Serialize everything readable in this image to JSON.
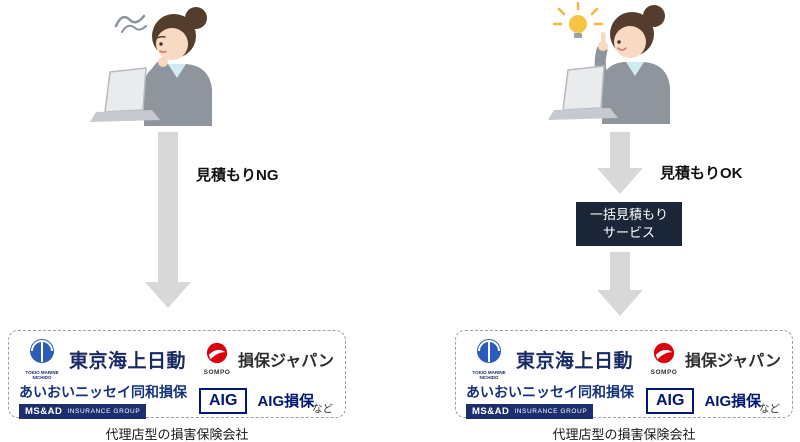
{
  "panels": {
    "left": {
      "arrow_label": "見積もりNG",
      "caption": "代理店型の損害保険会社"
    },
    "right": {
      "arrow_label": "見積もりOK",
      "service_box": {
        "line1": "一括見積もり",
        "line2": "サービス"
      },
      "caption": "代理店型の損害保険会社"
    }
  },
  "insurers": {
    "tokio_marine": {
      "logo_text": "TOKIO MARINE NICHIDO",
      "name": "東京海上日動"
    },
    "sompo": {
      "logo_text": "SOMPO",
      "name": "損保ジャパン"
    },
    "aioi": {
      "name": "あいおいニッセイ同和損保"
    },
    "msad": {
      "logo_text": "MS&AD",
      "logo_sub": "INSURANCE GROUP"
    },
    "aig": {
      "logo_text": "AIG",
      "name": "AIG損保"
    },
    "etc_label": "など"
  },
  "colors": {
    "arrow_gray": "#d8d8d8",
    "service_box_bg": "#1b2638",
    "tokio_marine_navy": "#172a63",
    "tokio_marine_blue": "#2a5cb8",
    "sompo_red": "#dc000c",
    "aioi_navy": "#15337c",
    "msad_navy": "#1c2e6e",
    "aig_navy": "#001871"
  }
}
